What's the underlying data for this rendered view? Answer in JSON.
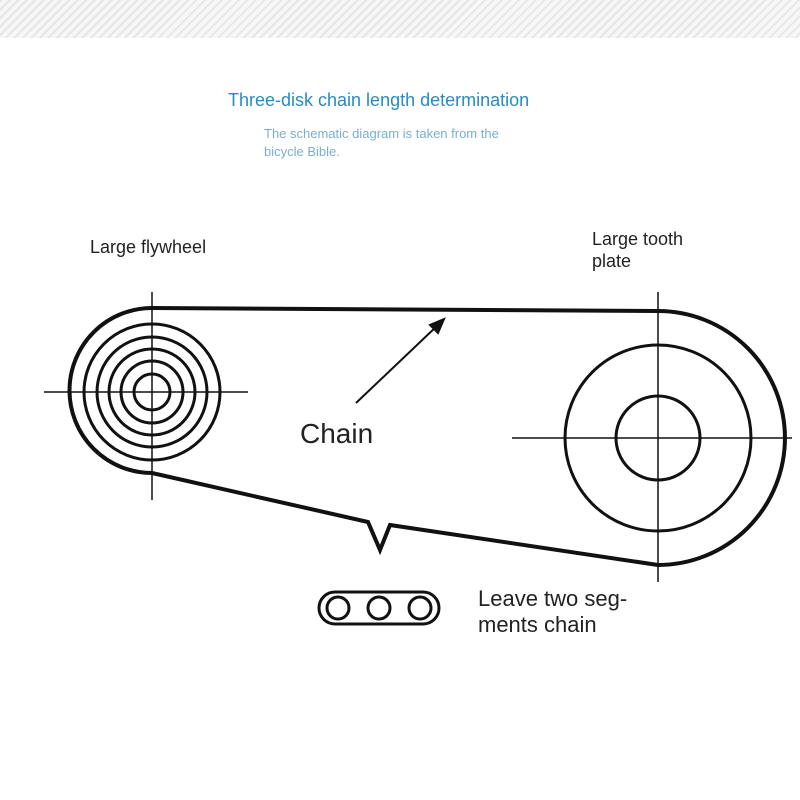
{
  "header": {
    "title": "Three-disk chain length determination",
    "subtitle": "The schematic diagram is taken from the bicycle Bible."
  },
  "labels": {
    "flywheel": "Large flywheel",
    "tooth_plate": "Large tooth plate",
    "chain": "Chain",
    "leave": "Leave two seg- ments chain"
  },
  "colors": {
    "title": "#2a8ac4",
    "subtitle": "#7aaed0",
    "lines": "#111111"
  }
}
